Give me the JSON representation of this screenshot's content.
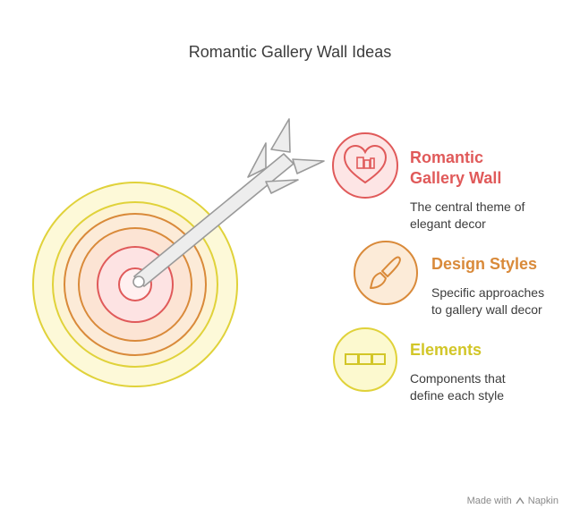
{
  "title": "Romantic Gallery Wall Ideas",
  "items": [
    {
      "title_line1": "Romantic",
      "title_line2": "Gallery Wall",
      "description_line1": "The central theme of",
      "description_line2": "elegant decor",
      "color": "#e05a5a",
      "icon": "heart-frames-icon"
    },
    {
      "title": "Design Styles",
      "description_line1": "Specific approaches",
      "description_line2": "to gallery wall decor",
      "color": "#d98a3a",
      "icon": "paintbrush-icon"
    },
    {
      "title": "Elements",
      "description_line1": "Components that",
      "description_line2": "define each style",
      "color": "#d2c628",
      "icon": "frames-row-icon"
    }
  ],
  "watermark": {
    "prefix": "Made with",
    "brand": "Napkin"
  }
}
